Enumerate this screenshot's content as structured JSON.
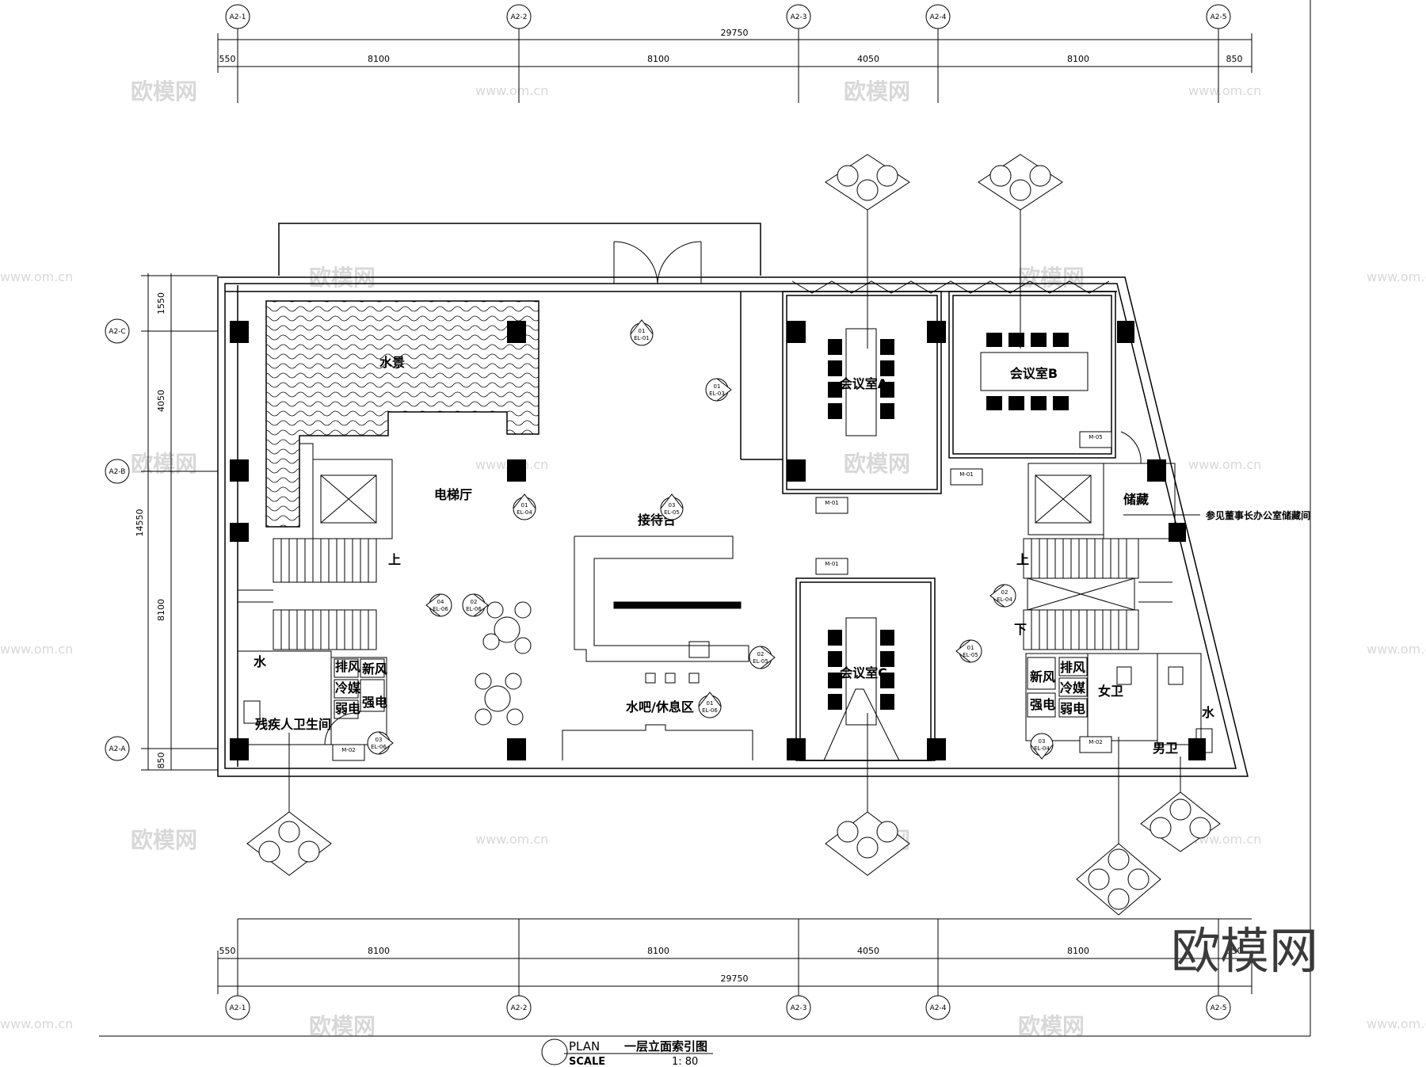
{
  "axes_top": [
    "A2-1",
    "A2-2",
    "A2-3",
    "A2-4",
    "A2-5"
  ],
  "axes_left": [
    "A2-C",
    "A2-B",
    "A2-A"
  ],
  "dims_top": [
    "550",
    "8100",
    "8100",
    "4050",
    "8100",
    "850"
  ],
  "dim_total": "29750",
  "dims_left": [
    "1550",
    "4050",
    "8100",
    "850"
  ],
  "dim_left_total": "14550",
  "rooms": {
    "water_feature": "水景",
    "elevator_hall": "电梯厅",
    "reception": "接待台",
    "bar_lounge": "水吧/休息区",
    "meeting_a": "会议室A",
    "meeting_b": "会议室B",
    "meeting_c": "会议室C",
    "storage": "储藏",
    "storage_note": "参见董事长办公室储藏间",
    "accessible_wc": "残疾人卫生间",
    "water_left": "水",
    "water_right": "水",
    "female_wc": "女卫",
    "male_wc": "男卫",
    "up_left": "上",
    "up_right": "上",
    "down_right": "下"
  },
  "utility_left": [
    "排风",
    "新风",
    "冷媒",
    "弱电",
    "强电"
  ],
  "utility_right": [
    "新风",
    "排风",
    "冷媒",
    "强电",
    "弱电"
  ],
  "title_block": {
    "plan": "PLAN",
    "scale_label": "SCALE",
    "title": "一层立面索引图",
    "scale_value": "1: 80"
  },
  "watermark": {
    "brand": "欧模网",
    "url": "www.om.cn"
  },
  "index_markers": [
    {
      "num": "01",
      "ref": "EL-01"
    },
    {
      "num": "01",
      "ref": "EL-03"
    },
    {
      "num": "01",
      "ref": "EL-04"
    },
    {
      "num": "03",
      "ref": "EL-05"
    },
    {
      "num": "04",
      "ref": "EL-06"
    },
    {
      "num": "02",
      "ref": "EL-06"
    },
    {
      "num": "02",
      "ref": "EL-05"
    },
    {
      "num": "01",
      "ref": "EL-06"
    },
    {
      "num": "03",
      "ref": "EL-06"
    },
    {
      "num": "02",
      "ref": "EL-04"
    },
    {
      "num": "01",
      "ref": "EL-05"
    },
    {
      "num": "03",
      "ref": "EL-04"
    }
  ],
  "door_tags": [
    "M-01",
    "M-01",
    "M-05",
    "M-01",
    "M-02",
    "M-02"
  ]
}
